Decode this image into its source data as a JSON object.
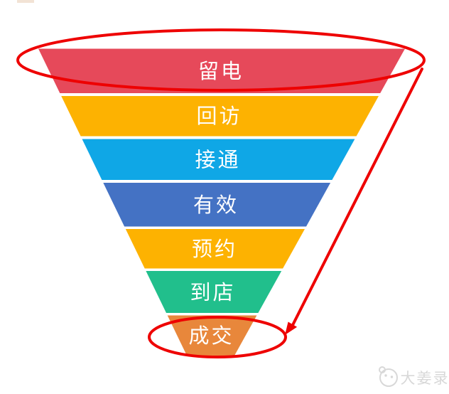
{
  "page": {
    "background": "#ffffff"
  },
  "funnel": {
    "type": "funnel",
    "label_color": "#ffffff",
    "tiers": [
      {
        "label": "留电",
        "color": "#E6495A"
      },
      {
        "label": "回访",
        "color": "#FDB201"
      },
      {
        "label": "接通",
        "color": "#0FA7E6"
      },
      {
        "label": "有效",
        "color": "#4472C4"
      },
      {
        "label": "预约",
        "color": "#FDB201"
      },
      {
        "label": "到店",
        "color": "#21BF8C"
      },
      {
        "label": "成交",
        "color": "#E8873B"
      }
    ]
  },
  "annotation": {
    "color": "#EE0000",
    "description": "hand-drawn red ellipse circling top tier, arrow line down to red ellipse circling bottom tier"
  },
  "watermark": {
    "text": "大姜录",
    "color": "#D8D8D8",
    "icon": "mascot-face-icon"
  }
}
